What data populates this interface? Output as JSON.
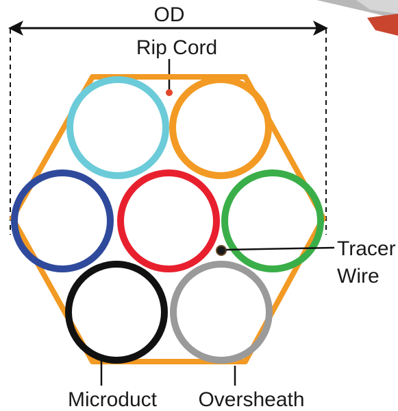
{
  "labels": {
    "od": "OD",
    "rip_cord": "Rip Cord",
    "tracer_line1": "Tracer",
    "tracer_line2": "Wire",
    "microduct": "Microduct",
    "oversheath": "Oversheath"
  },
  "colors": {
    "oversheath": "#f29a24",
    "tube_light_blue": "#6ccbd8",
    "tube_orange": "#f29a24",
    "tube_dark_blue": "#2f4a9c",
    "tube_red": "#e8202e",
    "tube_green": "#3aae49",
    "tube_black": "#111111",
    "tube_gray": "#9a9a9a",
    "rip_cord": "#e2452a",
    "tracer_wire": "#1a1a1a",
    "dimension_line": "#111111",
    "corner_accent": "#c9452d"
  },
  "tubes": [
    {
      "name": "light-blue",
      "color_key": "tube_light_blue"
    },
    {
      "name": "orange",
      "color_key": "tube_orange"
    },
    {
      "name": "dark-blue",
      "color_key": "tube_dark_blue"
    },
    {
      "name": "red",
      "color_key": "tube_red"
    },
    {
      "name": "green",
      "color_key": "tube_green"
    },
    {
      "name": "black",
      "color_key": "tube_black"
    },
    {
      "name": "gray",
      "color_key": "tube_gray"
    }
  ]
}
